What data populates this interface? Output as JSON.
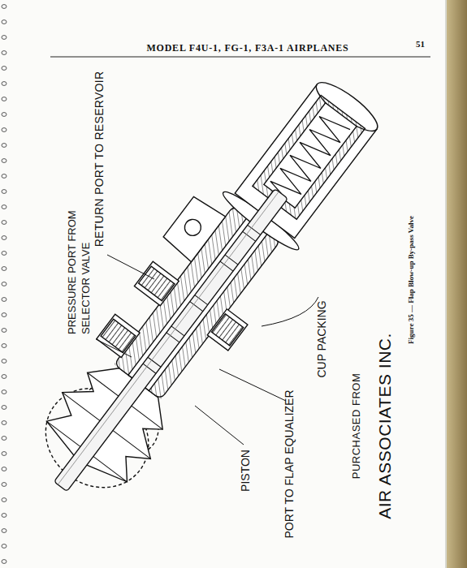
{
  "diagram": {
    "title": "MODEL F4U-1, FG-1, F3A-1 AIRPLANES",
    "caption": "Figure 35 — Flap Blow-up By-pass Valve",
    "labels": [
      "51",
      "PRESSURE PORT FROM SELECTOR VALVE",
      "RETURN PORT TO RESERVOIR",
      "PISTON",
      "PORT TO FLAP EQUALIZER",
      "CUP PACKING",
      "PURCHASED FROM",
      "AIR ASSOCIATES INC."
    ]
  }
}
